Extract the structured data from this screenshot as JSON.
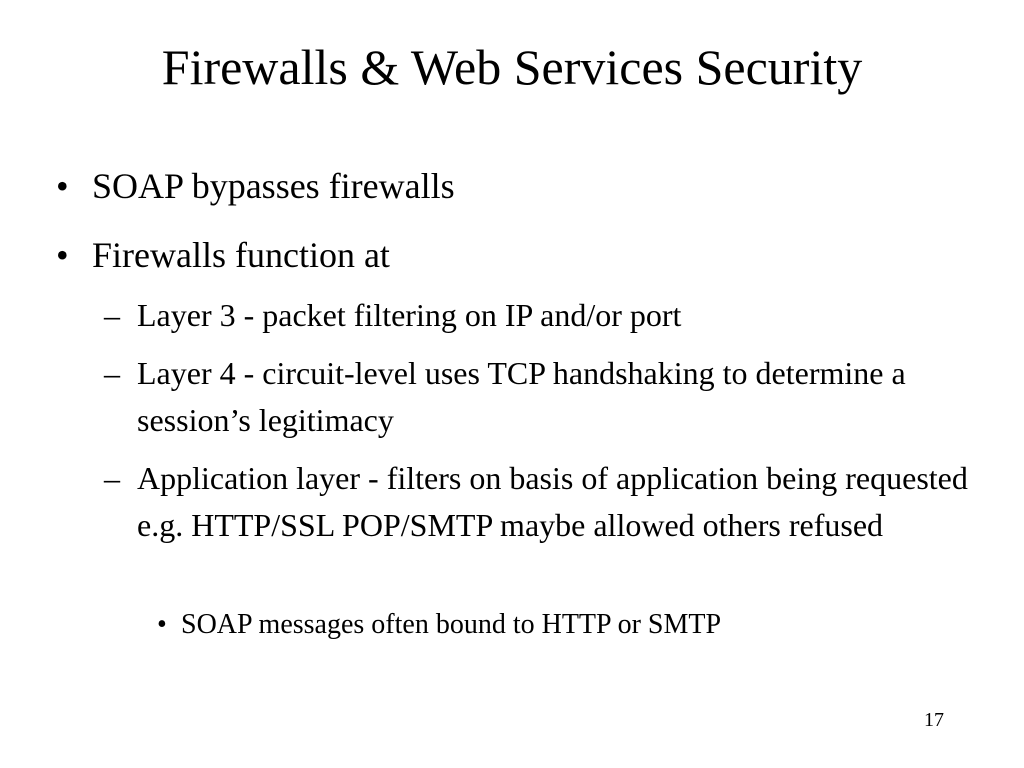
{
  "slide": {
    "title": "Firewalls & Web Services Security",
    "bullets": [
      {
        "marker": "•",
        "text": "SOAP bypasses firewalls"
      },
      {
        "marker": "•",
        "text": "Firewalls function at"
      }
    ],
    "sub_bullets": [
      {
        "marker": "–",
        "text": "Layer 3 - packet filtering on IP and/or port"
      },
      {
        "marker": "–",
        "text": "Layer 4 - circuit-level uses TCP handshaking to determine a session’s legitimacy"
      },
      {
        "marker": "–",
        "text": "Application layer - filters on basis of application being requested e.g. HTTP/SSL POP/SMTP maybe allowed others refused"
      }
    ],
    "sub_sub_bullets": [
      {
        "marker": "•",
        "text": "SOAP messages often bound to HTTP or SMTP"
      }
    ],
    "page_number": "17"
  }
}
